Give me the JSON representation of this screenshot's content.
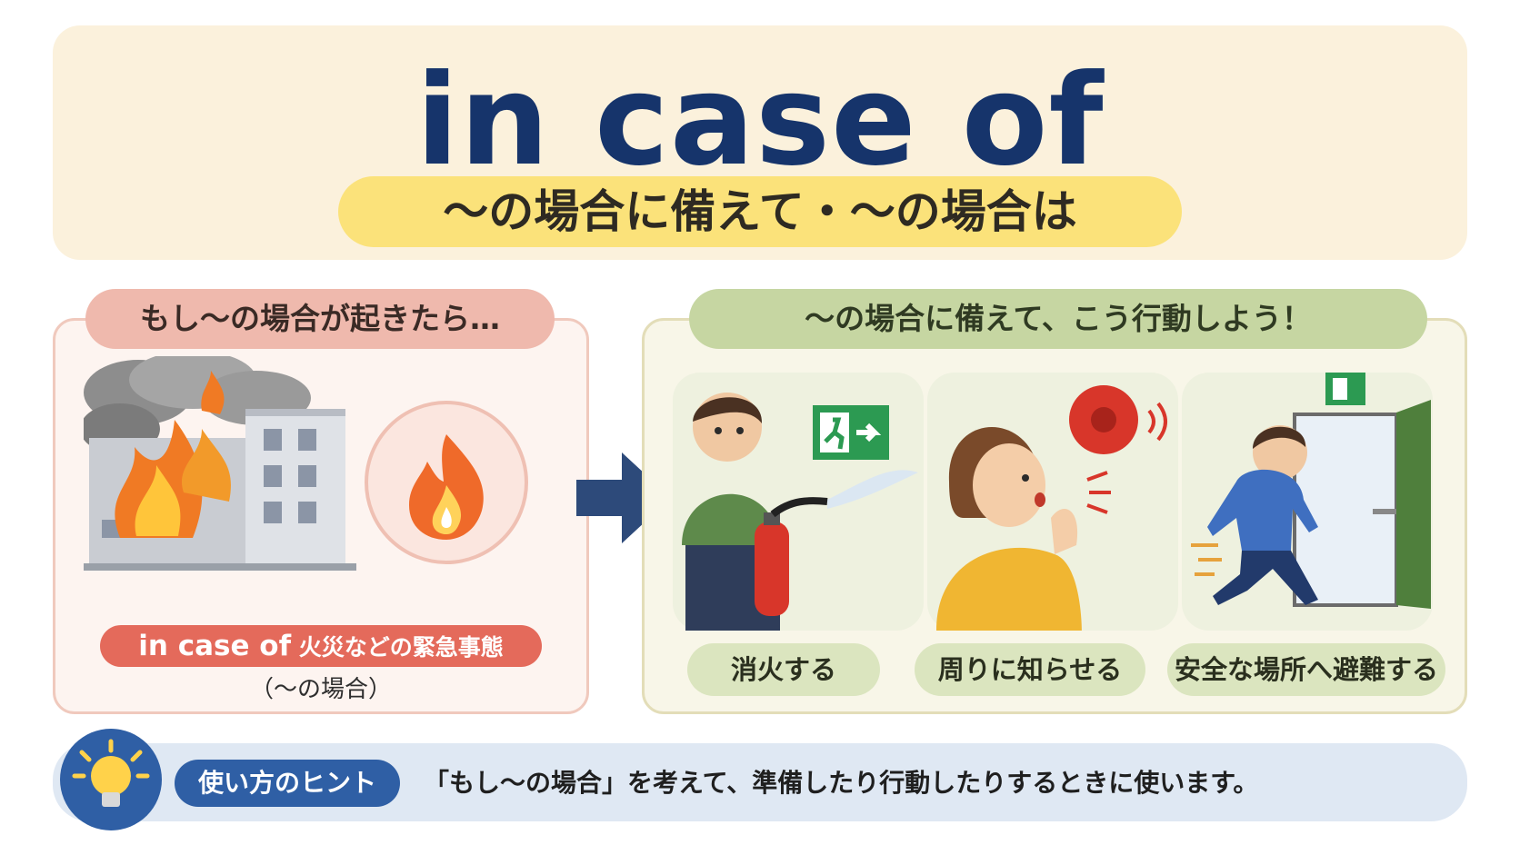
{
  "header": {
    "title": "in case of",
    "meaning": "〜の場合に備えて・〜の場合は"
  },
  "left_panel": {
    "tab_label": "もし〜の場合が起きたら…",
    "example_en": "in case of",
    "example_ja": " 火災などの緊急事態",
    "note": "（〜の場合）"
  },
  "right_panel": {
    "tab_label": "〜の場合に備えて、こう行動しよう！",
    "actions": [
      {
        "label": "消火する",
        "icon": "fire-extinguisher-icon"
      },
      {
        "label": "周りに知らせる",
        "icon": "alarm-bell-icon"
      },
      {
        "label": "安全な場所へ避難する",
        "icon": "exit-door-icon"
      }
    ]
  },
  "hint": {
    "label": "使い方のヒント",
    "text": "「もし〜の場合」を考えて、準備したり行動したりするときに使います。",
    "icon": "light-bulb-icon"
  },
  "colors": {
    "title": "#16346b",
    "header_bg": "#fbf1dc",
    "meaning_pill": "#fbe27a",
    "left_tab": "#efb9ad",
    "example_pill": "#e46a5b",
    "right_tab": "#c6d6a2",
    "action_pill": "#dbe5bf",
    "hint_bar": "#dfe8f3",
    "hint_pill": "#2f5fa5",
    "arrow": "#2d4a7a"
  }
}
